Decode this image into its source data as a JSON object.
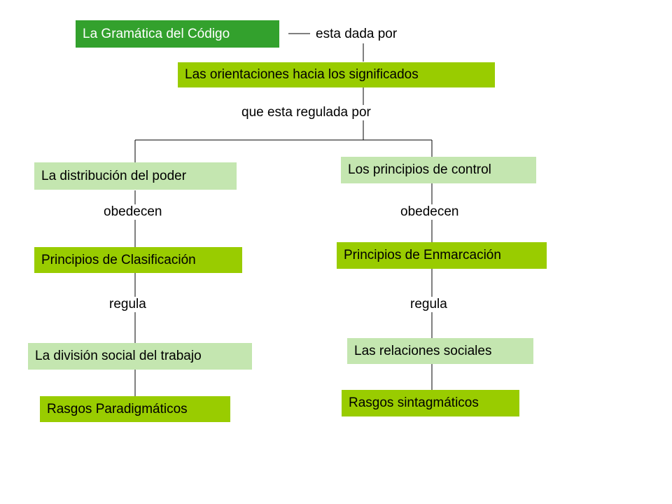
{
  "nodes": {
    "root": "La  Gramática del Código",
    "orientaciones": "Las orientaciones hacia los significados",
    "distribucion": "La distribución del poder",
    "control": "Los principios de control",
    "clasificacion": "Principios de Clasificación",
    "enmarcacion": "Principios de Enmarcación",
    "division": "La división social del trabajo",
    "relaciones": "Las relaciones sociales",
    "paradigmaticos": "Rasgos Paradigmáticos",
    "sintagmaticos": "Rasgos sintagmáticos"
  },
  "links": {
    "dada_por": "esta dada por",
    "regulada_por": "que esta regulada  por",
    "obedecen_left": "obedecen",
    "obedecen_right": "obedecen",
    "regula_left": "regula",
    "regula_right": "regula"
  },
  "colors": {
    "dark_green": "#33a12d",
    "lime_green": "#99cc00",
    "pale_green": "#c4e6b0"
  }
}
